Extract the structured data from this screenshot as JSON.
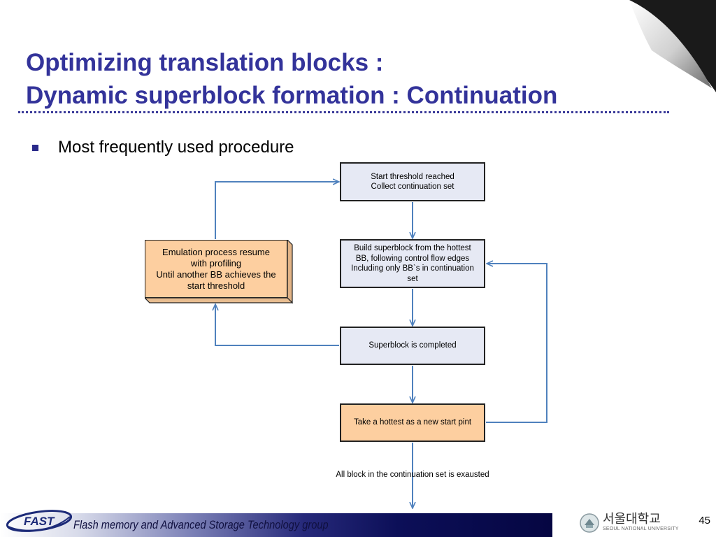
{
  "slide": {
    "title_line1": "Optimizing translation blocks :",
    "title_line2": "Dynamic superblock formation : Continuation",
    "bullet": "Most frequently used procedure",
    "page_number": "45"
  },
  "diagram": {
    "nodes": [
      {
        "id": "start",
        "lines": [
          "Start threshold reached",
          "Collect continuation set"
        ],
        "fill": "#e6e9f4"
      },
      {
        "id": "build",
        "lines": [
          "Build superblock from the hottest",
          "BB, following control flow edges",
          "Including only BB`s in continuation",
          "set"
        ],
        "fill": "#e6e9f4"
      },
      {
        "id": "completed",
        "lines": [
          "Superblock is completed"
        ],
        "fill": "#e6e9f4"
      },
      {
        "id": "take",
        "lines": [
          "Take a hottest as a new start pint"
        ],
        "fill": "#fdcfa0"
      },
      {
        "id": "emulation",
        "lines": [
          "Emulation process resume",
          "with profiling",
          "Until another BB achieves the",
          "start threshold"
        ],
        "fill": "#fdcfa0"
      }
    ],
    "edges": [
      {
        "from": "start",
        "to": "build"
      },
      {
        "from": "build",
        "to": "completed"
      },
      {
        "from": "completed",
        "to": "take"
      },
      {
        "from": "take",
        "to": "build"
      },
      {
        "from": "completed",
        "to": "emulation"
      },
      {
        "from": "emulation",
        "to": "start"
      },
      {
        "from": "take",
        "to": "exit",
        "label": "All block in the continuation set is exausted"
      }
    ],
    "arrow_color": "#4f81bd"
  },
  "footer": {
    "logo_text": "FAST",
    "group_name": "Flash memory and Advanced Storage Technology group",
    "university_korean": "서울대학교",
    "university_english": "SEOUL NATIONAL UNIVERSITY"
  },
  "colors": {
    "title": "#33339a",
    "box_blue": "#e6e9f4",
    "box_orange": "#fdcfa0",
    "arrow": "#4f81bd"
  }
}
